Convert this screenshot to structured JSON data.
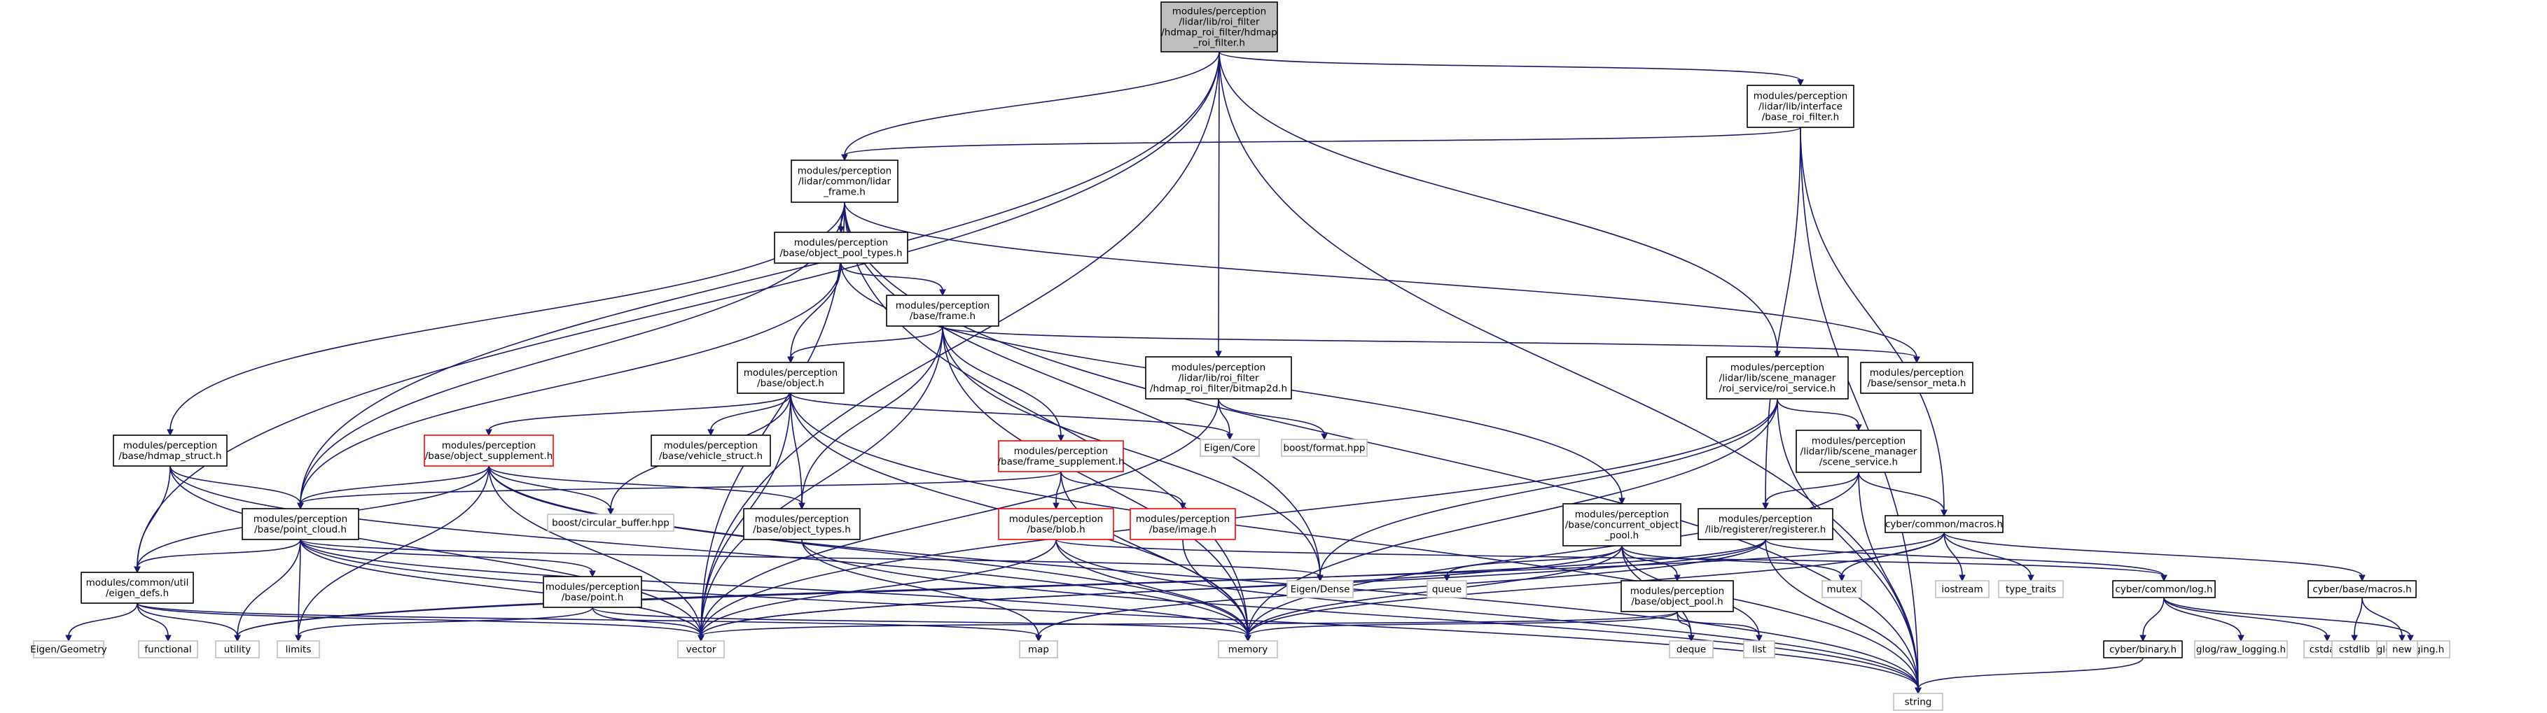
{
  "graph": {
    "nodes": [
      {
        "id": "root",
        "lines": [
          "modules/perception",
          "/lidar/lib/roi_filter",
          "/hdmap_roi_filter/hdmap",
          "_roi_filter.h"
        ],
        "style": "root",
        "interactable": false
      },
      {
        "id": "base_roi",
        "lines": [
          "modules/perception",
          "/lidar/lib/interface",
          "/base_roi_filter.h"
        ],
        "style": "normal",
        "interactable": true
      },
      {
        "id": "lidar_frame",
        "lines": [
          "modules/perception",
          "/lidar/common/lidar",
          "_frame.h"
        ],
        "style": "normal",
        "interactable": true
      },
      {
        "id": "obj_pool_types",
        "lines": [
          "modules/perception",
          "/base/object_pool_types.h"
        ],
        "style": "normal",
        "interactable": true
      },
      {
        "id": "frame",
        "lines": [
          "modules/perception",
          "/base/frame.h"
        ],
        "style": "normal",
        "interactable": true
      },
      {
        "id": "bitmap2d",
        "lines": [
          "modules/perception",
          "/lidar/lib/roi_filter",
          "/hdmap_roi_filter/bitmap2d.h"
        ],
        "style": "normal",
        "interactable": true
      },
      {
        "id": "roi_service",
        "lines": [
          "modules/perception",
          "/lidar/lib/scene_manager",
          "/roi_service/roi_service.h"
        ],
        "style": "normal",
        "interactable": true
      },
      {
        "id": "sensor_meta",
        "lines": [
          "modules/perception",
          "/base/sensor_meta.h"
        ],
        "style": "normal",
        "interactable": true
      },
      {
        "id": "object",
        "lines": [
          "modules/perception",
          "/base/object.h"
        ],
        "style": "normal",
        "interactable": true
      },
      {
        "id": "scene_service",
        "lines": [
          "modules/perception",
          "/lidar/lib/scene_manager",
          "/scene_service.h"
        ],
        "style": "normal",
        "interactable": true
      },
      {
        "id": "hdmap_struct",
        "lines": [
          "modules/perception",
          "/base/hdmap_struct.h"
        ],
        "style": "normal",
        "interactable": true
      },
      {
        "id": "obj_supplement",
        "lines": [
          "modules/perception",
          "/base/object_supplement.h"
        ],
        "style": "missing",
        "interactable": true
      },
      {
        "id": "vehicle_struct",
        "lines": [
          "modules/perception",
          "/base/vehicle_struct.h"
        ],
        "style": "normal",
        "interactable": true
      },
      {
        "id": "eigen_core",
        "lines": [
          "Eigen/Core"
        ],
        "style": "external",
        "interactable": false
      },
      {
        "id": "boost_format",
        "lines": [
          "boost/format.hpp"
        ],
        "style": "external",
        "interactable": false
      },
      {
        "id": "frame_supplement",
        "lines": [
          "modules/perception",
          "/base/frame_supplement.h"
        ],
        "style": "missing",
        "interactable": true
      },
      {
        "id": "concurrent_pool",
        "lines": [
          "modules/perception",
          "/base/concurrent_object",
          "_pool.h"
        ],
        "style": "normal",
        "interactable": true
      },
      {
        "id": "registerer",
        "lines": [
          "modules/perception",
          "/lib/registerer/registerer.h"
        ],
        "style": "normal",
        "interactable": true
      },
      {
        "id": "cyber_macros",
        "lines": [
          "cyber/common/macros.h"
        ],
        "style": "normal",
        "interactable": true
      },
      {
        "id": "point_cloud",
        "lines": [
          "modules/perception",
          "/base/point_cloud.h"
        ],
        "style": "normal",
        "interactable": true
      },
      {
        "id": "boost_circ",
        "lines": [
          "boost/circular_buffer.hpp"
        ],
        "style": "external",
        "interactable": false
      },
      {
        "id": "obj_types",
        "lines": [
          "modules/perception",
          "/base/object_types.h"
        ],
        "style": "normal",
        "interactable": true
      },
      {
        "id": "blob",
        "lines": [
          "modules/perception",
          "/base/blob.h"
        ],
        "style": "missing",
        "interactable": true
      },
      {
        "id": "image",
        "lines": [
          "modules/perception",
          "/base/image.h"
        ],
        "style": "missing",
        "interactable": true
      },
      {
        "id": "eigen_defs",
        "lines": [
          "modules/common/util",
          "/eigen_defs.h"
        ],
        "style": "normal",
        "interactable": true
      },
      {
        "id": "point",
        "lines": [
          "modules/perception",
          "/base/point.h"
        ],
        "style": "normal",
        "interactable": true
      },
      {
        "id": "eigen_dense",
        "lines": [
          "Eigen/Dense"
        ],
        "style": "external",
        "interactable": false
      },
      {
        "id": "queue",
        "lines": [
          "queue"
        ],
        "style": "external",
        "interactable": false
      },
      {
        "id": "obj_pool",
        "lines": [
          "modules/perception",
          "/base/object_pool.h"
        ],
        "style": "normal",
        "interactable": true
      },
      {
        "id": "mutex",
        "lines": [
          "mutex"
        ],
        "style": "external",
        "interactable": false
      },
      {
        "id": "iostream",
        "lines": [
          "iostream"
        ],
        "style": "external",
        "interactable": false
      },
      {
        "id": "type_traits",
        "lines": [
          "type_traits"
        ],
        "style": "external",
        "interactable": false
      },
      {
        "id": "cyber_base_macros",
        "lines": [
          "cyber/base/macros.h"
        ],
        "style": "normal",
        "interactable": true
      },
      {
        "id": "cyber_log",
        "lines": [
          "cyber/common/log.h"
        ],
        "style": "normal",
        "interactable": true
      },
      {
        "id": "eigen_geom",
        "lines": [
          "Eigen/Geometry"
        ],
        "style": "external",
        "interactable": false
      },
      {
        "id": "functional",
        "lines": [
          "functional"
        ],
        "style": "external",
        "interactable": false
      },
      {
        "id": "utility",
        "lines": [
          "utility"
        ],
        "style": "external",
        "interactable": false
      },
      {
        "id": "limits",
        "lines": [
          "limits"
        ],
        "style": "external",
        "interactable": false
      },
      {
        "id": "vector",
        "lines": [
          "vector"
        ],
        "style": "external",
        "interactable": false
      },
      {
        "id": "map",
        "lines": [
          "map"
        ],
        "style": "external",
        "interactable": false
      },
      {
        "id": "memory",
        "lines": [
          "memory"
        ],
        "style": "external",
        "interactable": false
      },
      {
        "id": "deque",
        "lines": [
          "deque"
        ],
        "style": "external",
        "interactable": false
      },
      {
        "id": "list",
        "lines": [
          "list"
        ],
        "style": "external",
        "interactable": false
      },
      {
        "id": "cyber_binary",
        "lines": [
          "cyber/binary.h"
        ],
        "style": "normal",
        "interactable": true
      },
      {
        "id": "glog_raw",
        "lines": [
          "glog/raw_logging.h"
        ],
        "style": "external",
        "interactable": false
      },
      {
        "id": "cstdarg",
        "lines": [
          "cstdarg"
        ],
        "style": "external",
        "interactable": false
      },
      {
        "id": "glog_logging",
        "lines": [
          "glog/logging.h"
        ],
        "style": "external",
        "interactable": false
      },
      {
        "id": "cstdlib",
        "lines": [
          "cstdlib"
        ],
        "style": "external",
        "interactable": false
      },
      {
        "id": "new",
        "lines": [
          "new"
        ],
        "style": "external",
        "interactable": false
      },
      {
        "id": "string",
        "lines": [
          "string"
        ],
        "style": "external",
        "interactable": false
      }
    ],
    "edges": [
      [
        "root",
        "base_roi"
      ],
      [
        "root",
        "lidar_frame"
      ],
      [
        "root",
        "bitmap2d"
      ],
      [
        "root",
        "roi_service"
      ],
      [
        "root",
        "point_cloud"
      ],
      [
        "root",
        "eigen_defs"
      ],
      [
        "root",
        "vector"
      ],
      [
        "root",
        "string"
      ],
      [
        "base_roi",
        "lidar_frame"
      ],
      [
        "base_roi",
        "registerer"
      ],
      [
        "base_roi",
        "cyber_macros"
      ],
      [
        "base_roi",
        "string"
      ],
      [
        "lidar_frame",
        "obj_pool_types"
      ],
      [
        "lidar_frame",
        "hdmap_struct"
      ],
      [
        "lidar_frame",
        "point_cloud"
      ],
      [
        "lidar_frame",
        "sensor_meta"
      ],
      [
        "lidar_frame",
        "eigen_dense"
      ],
      [
        "lidar_frame",
        "vector"
      ],
      [
        "lidar_frame",
        "memory"
      ],
      [
        "lidar_frame",
        "string"
      ],
      [
        "obj_pool_types",
        "frame"
      ],
      [
        "obj_pool_types",
        "object"
      ],
      [
        "obj_pool_types",
        "point_cloud"
      ],
      [
        "obj_pool_types",
        "concurrent_pool"
      ],
      [
        "frame",
        "object"
      ],
      [
        "frame",
        "frame_supplement"
      ],
      [
        "frame",
        "obj_types"
      ],
      [
        "frame",
        "sensor_meta"
      ],
      [
        "frame",
        "eigen_dense"
      ],
      [
        "frame",
        "vector"
      ],
      [
        "frame",
        "memory"
      ],
      [
        "object",
        "obj_supplement"
      ],
      [
        "object",
        "vehicle_struct"
      ],
      [
        "object",
        "boost_circ"
      ],
      [
        "object",
        "obj_types"
      ],
      [
        "object",
        "eigen_core"
      ],
      [
        "object",
        "vector"
      ],
      [
        "object",
        "memory"
      ],
      [
        "object",
        "string"
      ],
      [
        "bitmap2d",
        "eigen_core"
      ],
      [
        "bitmap2d",
        "boost_format"
      ],
      [
        "bitmap2d",
        "vector"
      ],
      [
        "roi_service",
        "scene_service"
      ],
      [
        "roi_service",
        "eigen_dense"
      ],
      [
        "roi_service",
        "vector"
      ],
      [
        "roi_service",
        "memory"
      ],
      [
        "roi_service",
        "string"
      ],
      [
        "scene_service",
        "registerer"
      ],
      [
        "scene_service",
        "cyber_macros"
      ],
      [
        "scene_service",
        "memory"
      ],
      [
        "scene_service",
        "string"
      ],
      [
        "hdmap_struct",
        "point_cloud"
      ],
      [
        "hdmap_struct",
        "eigen_defs"
      ],
      [
        "hdmap_struct",
        "vector"
      ],
      [
        "hdmap_struct",
        "memory"
      ],
      [
        "obj_supplement",
        "point_cloud"
      ],
      [
        "obj_supplement",
        "obj_types"
      ],
      [
        "obj_supplement",
        "boost_circ"
      ],
      [
        "obj_supplement",
        "eigen_defs"
      ],
      [
        "obj_supplement",
        "vector"
      ],
      [
        "obj_supplement",
        "memory"
      ],
      [
        "obj_supplement",
        "limits"
      ],
      [
        "obj_supplement",
        "string"
      ],
      [
        "frame_supplement",
        "blob"
      ],
      [
        "frame_supplement",
        "image"
      ],
      [
        "frame_supplement",
        "point_cloud"
      ],
      [
        "frame_supplement",
        "memory"
      ],
      [
        "concurrent_pool",
        "obj_pool"
      ],
      [
        "concurrent_pool",
        "queue"
      ],
      [
        "concurrent_pool",
        "mutex"
      ],
      [
        "concurrent_pool",
        "list"
      ],
      [
        "concurrent_pool",
        "deque"
      ],
      [
        "concurrent_pool",
        "vector"
      ],
      [
        "concurrent_pool",
        "memory"
      ],
      [
        "registerer",
        "cyber_log"
      ],
      [
        "registerer",
        "map"
      ],
      [
        "registerer",
        "string"
      ],
      [
        "registerer",
        "vector"
      ],
      [
        "registerer",
        "utility"
      ],
      [
        "cyber_macros",
        "cyber_base_macros"
      ],
      [
        "cyber_macros",
        "iostream"
      ],
      [
        "cyber_macros",
        "mutex"
      ],
      [
        "cyber_macros",
        "type_traits"
      ],
      [
        "cyber_macros",
        "memory"
      ],
      [
        "cyber_macros",
        "utility"
      ],
      [
        "point_cloud",
        "point"
      ],
      [
        "point_cloud",
        "eigen_defs"
      ],
      [
        "point_cloud",
        "eigen_dense"
      ],
      [
        "point_cloud",
        "vector"
      ],
      [
        "point_cloud",
        "memory"
      ],
      [
        "point_cloud",
        "limits"
      ],
      [
        "point_cloud",
        "utility"
      ],
      [
        "point_cloud",
        "string"
      ],
      [
        "obj_types",
        "map"
      ],
      [
        "obj_types",
        "string"
      ],
      [
        "blob",
        "cyber_log"
      ],
      [
        "blob",
        "vector"
      ],
      [
        "blob",
        "memory"
      ],
      [
        "blob",
        "string"
      ],
      [
        "image",
        "memory"
      ],
      [
        "eigen_defs",
        "eigen_geom"
      ],
      [
        "eigen_defs",
        "functional"
      ],
      [
        "eigen_defs",
        "utility"
      ],
      [
        "eigen_defs",
        "vector"
      ],
      [
        "eigen_defs",
        "map"
      ],
      [
        "point",
        "vector"
      ],
      [
        "point",
        "memory"
      ],
      [
        "point",
        "limits"
      ],
      [
        "obj_pool",
        "vector"
      ],
      [
        "obj_pool",
        "memory"
      ],
      [
        "obj_pool",
        "deque"
      ],
      [
        "obj_pool",
        "list"
      ],
      [
        "cyber_base_macros",
        "cstdlib"
      ],
      [
        "cyber_base_macros",
        "new"
      ],
      [
        "cyber_log",
        "cyber_binary"
      ],
      [
        "cyber_log",
        "glog_raw"
      ],
      [
        "cyber_log",
        "cstdarg"
      ],
      [
        "cyber_log",
        "glog_logging"
      ],
      [
        "cyber_binary",
        "string"
      ]
    ]
  },
  "colors": {
    "edge": "#191970",
    "root_fill": "#bfbfbf",
    "node_border": "#000000",
    "missing_border": "#ff0000",
    "external_border": "#bfbfbf",
    "text": "#000000"
  }
}
